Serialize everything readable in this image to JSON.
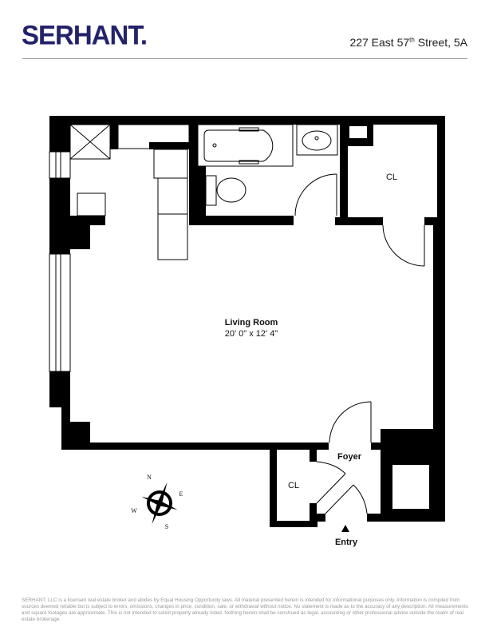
{
  "header": {
    "logo": "SERHANT.",
    "address_main": "227 East 57",
    "address_sup": "th",
    "address_rest": " Street, 5A",
    "brand_color": "#23236b"
  },
  "rooms": {
    "living_room": {
      "name": "Living Room",
      "dimensions": "20' 0\" x 12' 4\""
    },
    "closet_upper": "CL",
    "closet_lower": "CL",
    "foyer": "Foyer",
    "entry": "Entry"
  },
  "compass": {
    "n": "N",
    "e": "E",
    "s": "S",
    "w": "W"
  },
  "disclaimer": "SERHANT, LLC is a licensed real estate broker and abides by Equal Housing Opportunity laws. All material presented herein is intended for informational purposes only. Information is compiled from sources deemed reliable but is subject to errors, omissions, changes in price, condition, sale, or withdrawal without notice. No statement is made as to the accuracy of any description. All measurements and square footages are approximate. This is not intended to solicit property already listed. Nothing herein shall be construed as legal, accounting or other professional advice outside the realm of real estate brokerage."
}
